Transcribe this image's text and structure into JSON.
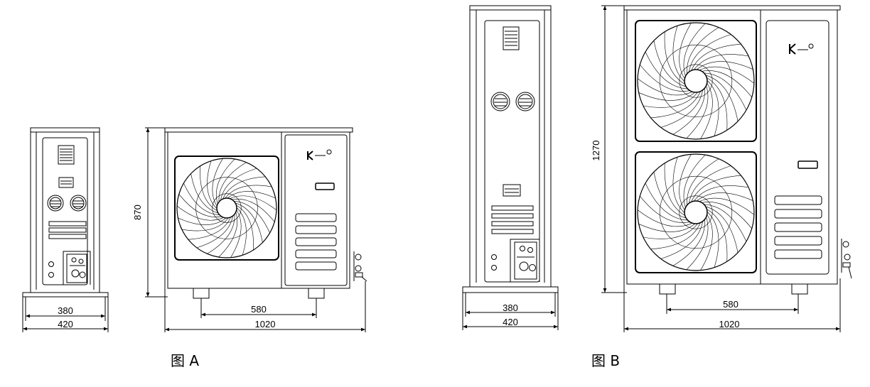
{
  "figure_a": {
    "caption": "图 A",
    "dims": {
      "base_inner": "380",
      "base_outer": "420",
      "height": "870",
      "feet": "580",
      "width": "1020"
    }
  },
  "figure_b": {
    "caption": "图 B",
    "dims": {
      "base_inner": "380",
      "base_outer": "420",
      "height": "1270",
      "feet": "580",
      "width": "1020"
    }
  },
  "icons": [
    "brand-logo-icon",
    "fan-icon",
    "grille-icon",
    "valve-icon",
    "nameplate-icon",
    "sight-glass-icon"
  ]
}
